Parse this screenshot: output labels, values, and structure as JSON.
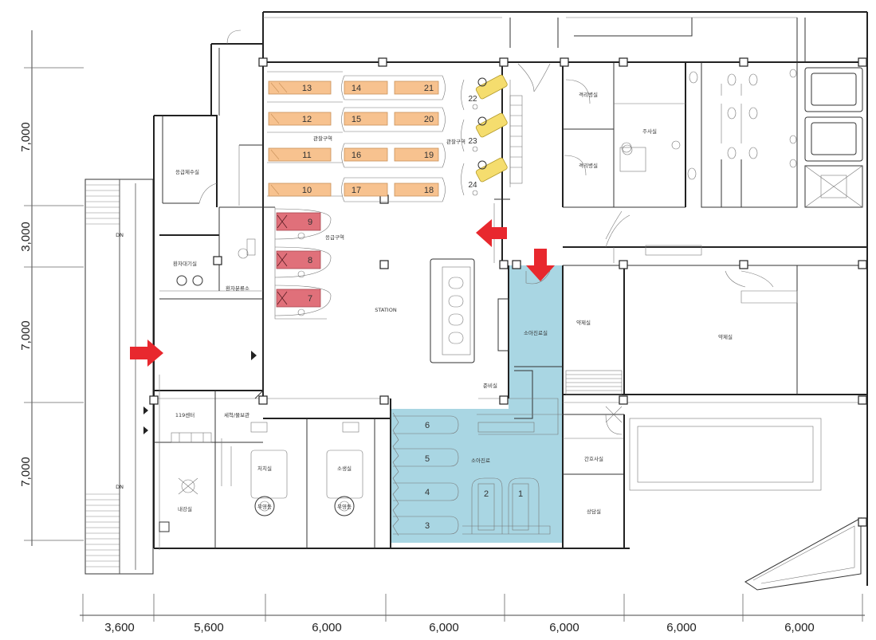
{
  "dimensions": {
    "vertical": [
      "7,000",
      "3,000",
      "7,000",
      "7,000"
    ],
    "horizontal": [
      "3,600",
      "5,600",
      "6,000",
      "6,000",
      "6,000",
      "6,000",
      "6,000"
    ]
  },
  "beds": {
    "orange": [
      "13",
      "12",
      "11",
      "10",
      "14",
      "15",
      "16",
      "17",
      "21",
      "20",
      "19",
      "18"
    ],
    "chairs": [
      "22",
      "23",
      "24"
    ],
    "red": [
      "9",
      "8",
      "7"
    ],
    "pediatric": [
      "6",
      "5",
      "4",
      "3",
      "2",
      "1"
    ]
  },
  "rooms": {
    "observation_a": "관찰구역",
    "observation_b": "관찰구역",
    "emergency_area": "응급구역",
    "station": "STATION",
    "decon": "응급제수실",
    "doctor_duty": "환자대기실",
    "triage": "환자분류소",
    "ems": "119센터",
    "wash": "세척/물보관",
    "trauma_room": "처치실",
    "resus_room": "소생실",
    "imaging": "내강실",
    "pediatric_treat": "소아진료실",
    "prep": "준비실",
    "pediatric_area": "소아진료",
    "nurse": "간호사실",
    "counsel": "상담실",
    "infirmary_a": "격리병실",
    "infirmary_b": "격리병실",
    "injection": "주사실",
    "pharmacy": "약제실",
    "pharmacy2": "약제실",
    "ct_a": "무영등",
    "ct_b": "무영등"
  },
  "stairs_label": "DN",
  "colors": {
    "orange_bed": "#f7c28f",
    "red_bed": "#e0707a",
    "chair": "#f5dd6e",
    "pediatric_zone": "#a9d6e3",
    "arrow": "#e8282e"
  }
}
